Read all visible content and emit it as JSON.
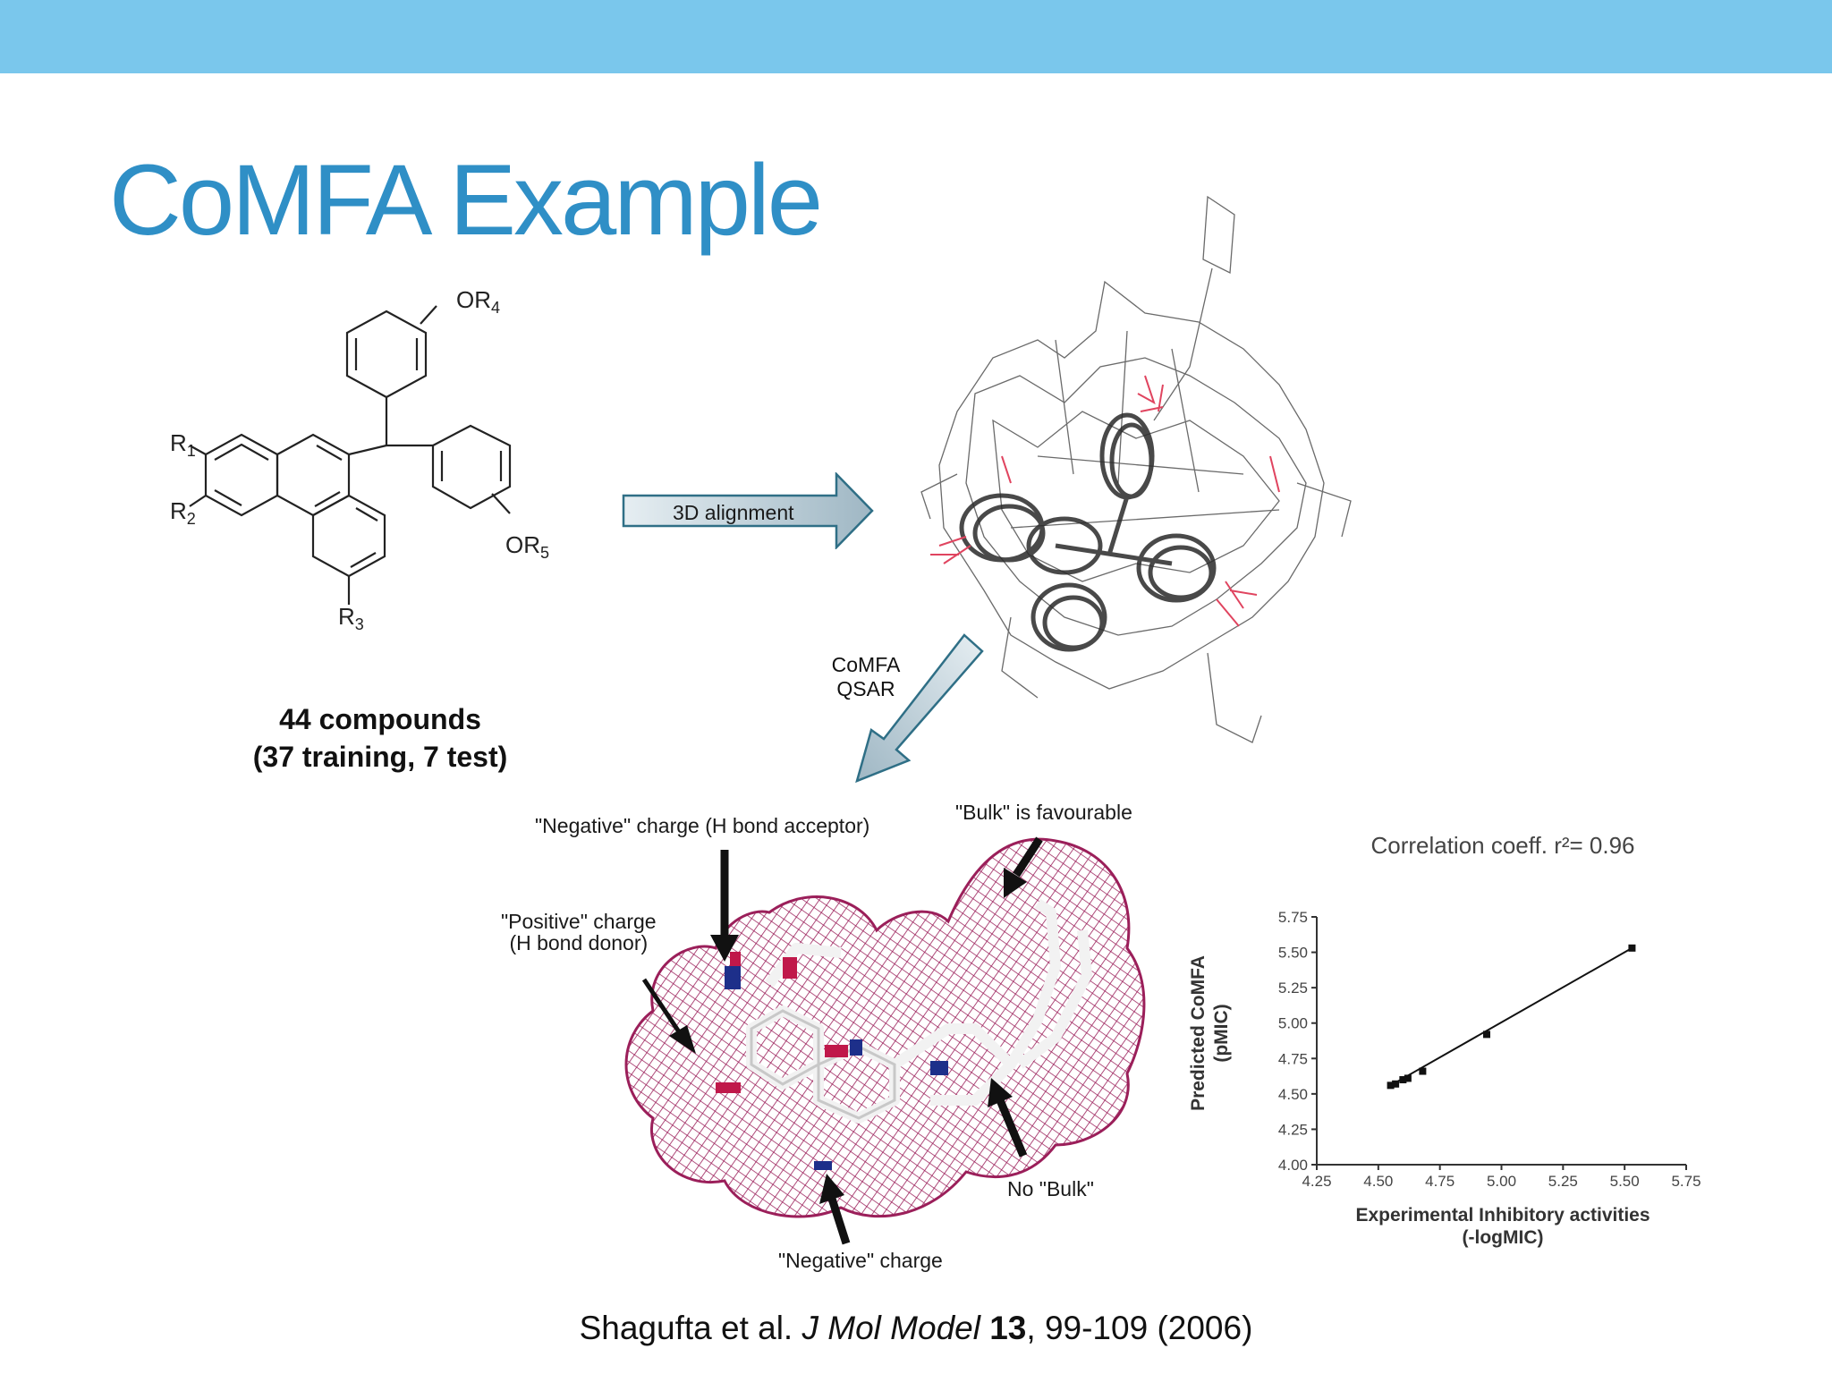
{
  "slide": {
    "title": "CoMFA Example",
    "accent_color": "#7ac7ec",
    "title_color": "#2f8fc6"
  },
  "structure": {
    "substituents": [
      "R1",
      "R2",
      "R3",
      "OR4",
      "OR5"
    ],
    "caption_line1": "44 compounds",
    "caption_line2": "(37 training, 7 test)"
  },
  "flow": {
    "align_arrow_label": "3D alignment",
    "qsar_arrow_label_line1": "CoMFA",
    "qsar_arrow_label_line2": "QSAR"
  },
  "contour_map": {
    "mesh_color": "#9b1f5a",
    "annotations": {
      "neg_acceptor": "\"Negative\" charge (H bond acceptor)",
      "bulk_favourable": "\"Bulk\" is favourable",
      "pos_line1": "\"Positive\" charge",
      "pos_line2": "(H bond donor)",
      "no_bulk": "No \"Bulk\"",
      "negative_charge": "\"Negative\" charge"
    }
  },
  "chart_data": {
    "type": "scatter",
    "title": "Correlation coeff. r²= 0.96",
    "xlabel_line1": "Experimental Inhibitory activities",
    "xlabel_line2": "(-logMIC)",
    "ylabel_line1": "Predicted CoMFA",
    "ylabel_line2": "(pMIC)",
    "xlim": [
      4.25,
      5.75
    ],
    "ylim": [
      4.0,
      5.75
    ],
    "x_ticks": [
      "4.25",
      "4.50",
      "4.75",
      "5.00",
      "5.25",
      "5.50",
      "5.75"
    ],
    "y_ticks": [
      "4.00",
      "4.25",
      "4.50",
      "4.75",
      "5.00",
      "5.25",
      "5.50",
      "5.75"
    ],
    "points": [
      {
        "x": 4.55,
        "y": 4.56
      },
      {
        "x": 4.57,
        "y": 4.57
      },
      {
        "x": 4.6,
        "y": 4.6
      },
      {
        "x": 4.62,
        "y": 4.61
      },
      {
        "x": 4.68,
        "y": 4.66
      },
      {
        "x": 4.94,
        "y": 4.92
      },
      {
        "x": 5.53,
        "y": 5.53
      }
    ],
    "fit_line": {
      "x": [
        4.54,
        5.54
      ],
      "y": [
        4.55,
        5.54
      ]
    },
    "grid": false,
    "legend": "none"
  },
  "citation": {
    "authors": "Shagufta et al. ",
    "journal": "J Mol Model",
    "volume": " 13",
    "pages_year": ", 99-109 (2006)"
  }
}
